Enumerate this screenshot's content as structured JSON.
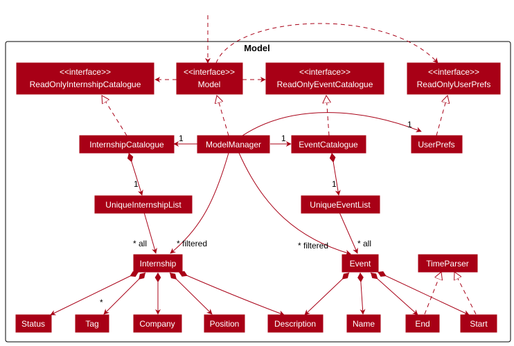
{
  "diagram": {
    "package_title": "Model",
    "colors": {
      "class_fill": "#a80016",
      "class_text": "#ffffff",
      "edge": "#a80016",
      "frame": "#000000"
    },
    "classes": {
      "ro_internship_catalogue": {
        "stereotype": "<<interface>>",
        "name": "ReadOnlyInternshipCatalogue"
      },
      "model": {
        "stereotype": "<<interface>>",
        "name": "Model"
      },
      "ro_event_catalogue": {
        "stereotype": "<<interface>>",
        "name": "ReadOnlyEventCatalogue"
      },
      "ro_user_prefs": {
        "stereotype": "<<interface>>",
        "name": "ReadOnlyUserPrefs"
      },
      "internship_catalogue": {
        "name": "InternshipCatalogue"
      },
      "model_manager": {
        "name": "ModelManager"
      },
      "event_catalogue": {
        "name": "EventCatalogue"
      },
      "user_prefs": {
        "name": "UserPrefs"
      },
      "unique_internship_list": {
        "name": "UniqueInternshipList"
      },
      "unique_event_list": {
        "name": "UniqueEventList"
      },
      "internship": {
        "name": "Internship"
      },
      "event": {
        "name": "Event"
      },
      "time_parser": {
        "name": "TimeParser"
      },
      "status": {
        "name": "Status"
      },
      "tag": {
        "name": "Tag"
      },
      "company": {
        "name": "Company"
      },
      "position": {
        "name": "Position"
      },
      "description": {
        "name": "Description"
      },
      "name": {
        "name": "Name"
      },
      "end": {
        "name": "End"
      },
      "start": {
        "name": "Start"
      }
    },
    "labels": {
      "mm_to_ic": "1",
      "mm_to_ec": "1",
      "mm_to_up": "1",
      "ic_to_uil": "1",
      "ec_to_uel": "1",
      "uil_to_internship": "* all",
      "mm_to_internship": "* filtered",
      "mm_to_event": "* filtered",
      "uel_to_event": "* all",
      "internship_to_tag": "*"
    }
  }
}
